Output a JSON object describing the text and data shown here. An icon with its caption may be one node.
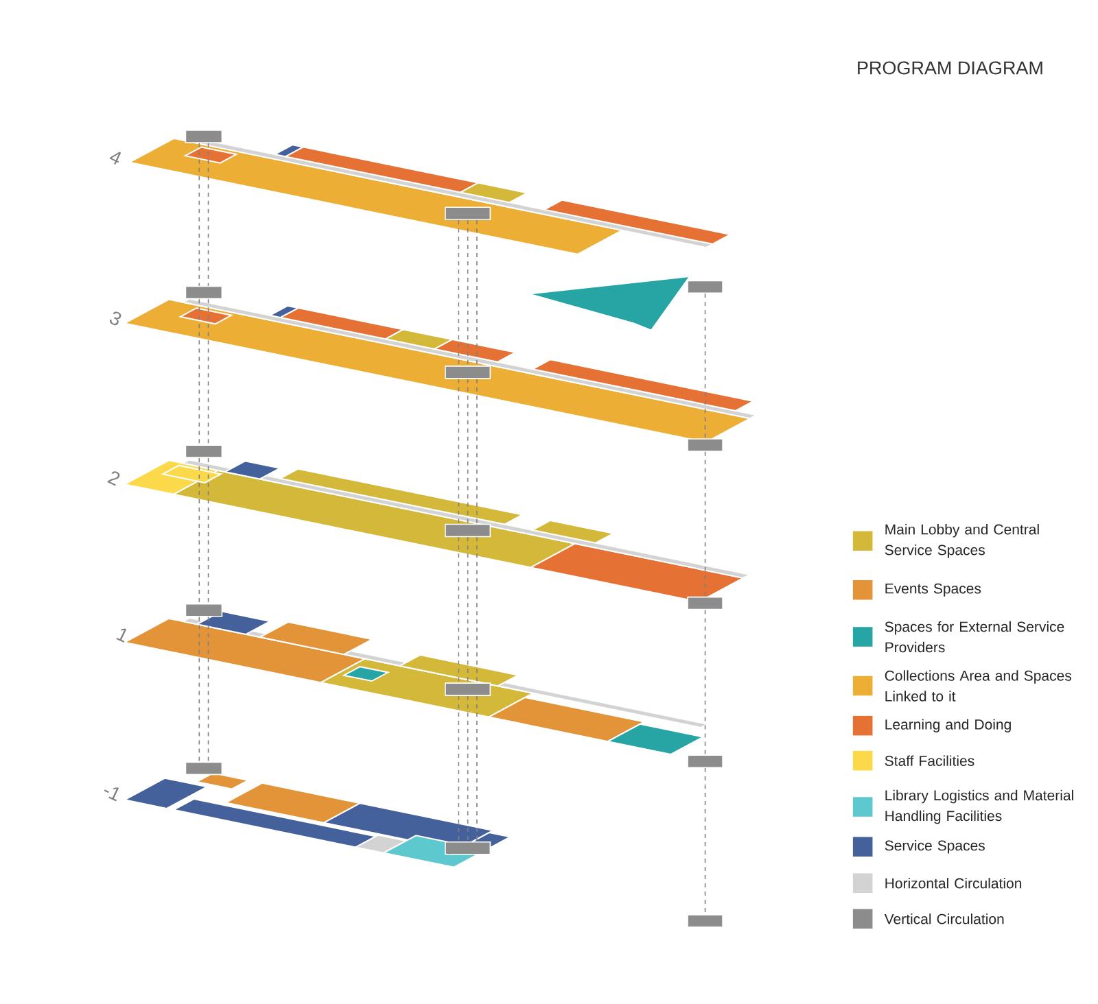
{
  "diagram": {
    "title": "PROGRAM DIAGRAM",
    "nodes": [
      {
        "text": [],
        "shape": "box"
      },
      {
        "text": [],
        "shape": "box"
      },
      {
        "text": [],
        "shape": "box"
      },
      {
        "text": [],
        "shape": "box"
      },
      {
        "text": [],
        "shape": "box"
      },
      {
        "text": [],
        "shape": "box"
      },
      {
        "text": [],
        "shape": "box"
      },
      {
        "text": [],
        "shape": "box"
      },
      {
        "text": [],
        "shape": "box"
      },
      {
        "text": [],
        "shape": "box"
      },
      {
        "text": [],
        "shape": "box"
      },
      {
        "text": [],
        "shape": "box"
      },
      {
        "text": [],
        "shape": "box"
      },
      {
        "text": [],
        "shape": "box"
      },
      {
        "text": [],
        "shape": "box"
      }
    ],
    "edges": [
      {
        "from": 0,
        "to": 3,
        "arrow": "none",
        "style": "dashed"
      },
      {
        "from": 0,
        "to": 3,
        "arrow": "none",
        "style": "dashed"
      },
      {
        "from": 3,
        "to": 6,
        "arrow": "none",
        "style": "dashed"
      },
      {
        "from": 3,
        "to": 6,
        "arrow": "none",
        "style": "dashed"
      },
      {
        "from": 6,
        "to": 9,
        "arrow": "none",
        "style": "dashed"
      },
      {
        "from": 6,
        "to": 9,
        "arrow": "none",
        "style": "dashed"
      },
      {
        "from": 9,
        "to": 12,
        "arrow": "none",
        "style": "dashed"
      },
      {
        "from": 9,
        "to": 12,
        "arrow": "none",
        "style": "dashed"
      },
      {
        "from": 1,
        "to": 4,
        "arrow": "none",
        "style": "dashed"
      },
      {
        "from": 1,
        "to": 4,
        "arrow": "none",
        "style": "dashed"
      },
      {
        "from": 1,
        "to": 4,
        "arrow": "none",
        "style": "dashed"
      },
      {
        "from": 4,
        "to": 7,
        "arrow": "none",
        "style": "dashed"
      },
      {
        "from": 4,
        "to": 7,
        "arrow": "none",
        "style": "dashed"
      },
      {
        "from": 4,
        "to": 7,
        "arrow": "none",
        "style": "dashed"
      },
      {
        "from": 7,
        "to": 10,
        "arrow": "none",
        "style": "dashed"
      },
      {
        "from": 7,
        "to": 10,
        "arrow": "none",
        "style": "dashed"
      },
      {
        "from": 7,
        "to": 10,
        "arrow": "none",
        "style": "dashed"
      },
      {
        "from": 10,
        "to": 13,
        "arrow": "none",
        "style": "dashed"
      },
      {
        "from": 10,
        "to": 13,
        "arrow": "none",
        "style": "dashed"
      },
      {
        "from": 10,
        "to": 13,
        "arrow": "none",
        "style": "dashed"
      },
      {
        "from": 2,
        "to": 5,
        "arrow": "none",
        "style": "dashed"
      },
      {
        "from": 5,
        "to": 8,
        "arrow": "none",
        "style": "dashed"
      },
      {
        "from": 8,
        "to": 11,
        "arrow": "none",
        "style": "dashed"
      },
      {
        "from": 11,
        "to": 14,
        "arrow": "none",
        "style": "dashed"
      }
    ],
    "labels": [
      "4",
      "3",
      "2",
      "1",
      "-1"
    ],
    "legend": [
      {
        "text": "Main Lobby and Central Service Spaces",
        "color": "#d4b83a"
      },
      {
        "text": "Events Spaces",
        "color": "#e39438"
      },
      {
        "text": "Spaces for External Service Providers",
        "color": "#27a4a4"
      },
      {
        "text": "Collections Area and Spaces Linked to it",
        "color": "#ecae35"
      },
      {
        "text": "Learning and Doing",
        "color": "#e57135"
      },
      {
        "text": "Staff Facilities",
        "color": "#fcd94a"
      },
      {
        "text": "Library Logistics and Material Handling Facilities",
        "color": "#5ec8cf"
      },
      {
        "text": "Service Spaces",
        "color": "#45619c"
      },
      {
        "text": "Horizontal Circulation",
        "color": "#d3d3d3"
      },
      {
        "text": "Vertical Circulation",
        "color": "#8c8c8c"
      }
    ]
  }
}
